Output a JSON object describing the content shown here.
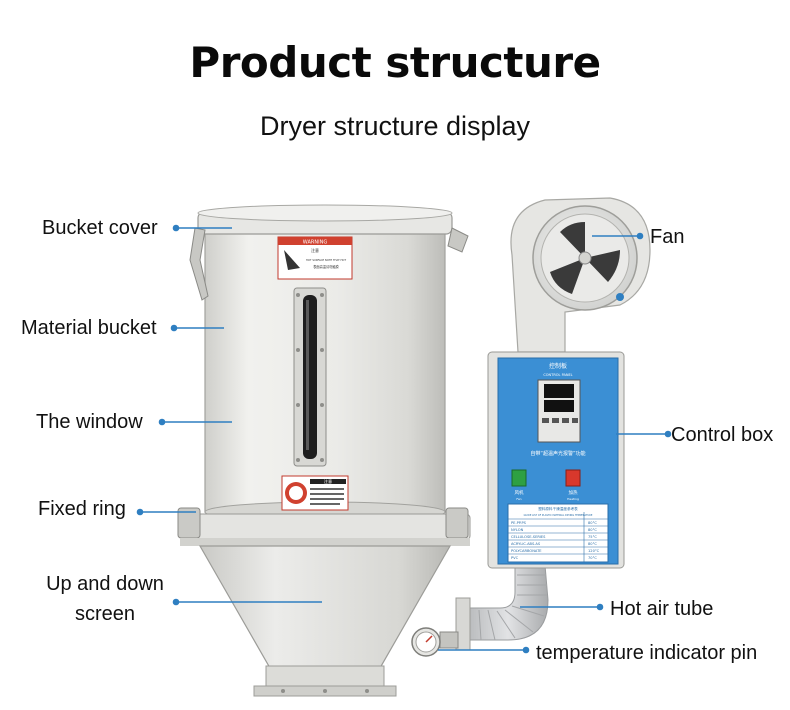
{
  "header": {
    "title": "Product structure",
    "subtitle": "Dryer structure display"
  },
  "labels": {
    "bucket_cover": "Bucket cover",
    "material_bucket": "Material bucket",
    "window": "The window",
    "fixed_ring": "Fixed ring",
    "up_down_screen_line1": "Up and down",
    "up_down_screen_line2": "screen",
    "fan": "Fan",
    "control_box": "Control box",
    "hot_air_tube": "Hot air tube",
    "temp_pin": "temperature indicator pin"
  },
  "panel": {
    "title_cn": "控制板",
    "title_en": "CONTROL PANEL",
    "alarm_text": "自带“超温声光报警”功能",
    "switch_fan_cn": "风机",
    "switch_fan_en": "Fan",
    "switch_heat_cn": "加热",
    "switch_heat_en": "Heating",
    "table_header_cn": "塑料原料干燥温度参考表",
    "table_header_en": "GUIDE LIST OF PLASTIC MATERIAL DRYING TEMPERATURE",
    "table_rows": [
      [
        "PE.PP.PS",
        "80°C"
      ],
      [
        "NYLON",
        "80°C"
      ],
      [
        "CELLULOSE-SERIES",
        "75°C"
      ],
      [
        "ACRYLIC.ABS.AS",
        "80°C"
      ],
      [
        "POLYCARBONATE",
        "120°C"
      ],
      [
        "PVC",
        "70°C"
      ]
    ]
  },
  "stickers": {
    "warning_title": "WARNING",
    "warning_cn": "注意",
    "warning_line1": "HOT SURFACE NOTE THAT HOT",
    "warning_line2": "表面高温请勿触摸",
    "note_cn": "注意"
  },
  "colors": {
    "leader": "#2f7fc1",
    "body": "#e9e9e6",
    "panel_blue": "#3b8fd4"
  }
}
